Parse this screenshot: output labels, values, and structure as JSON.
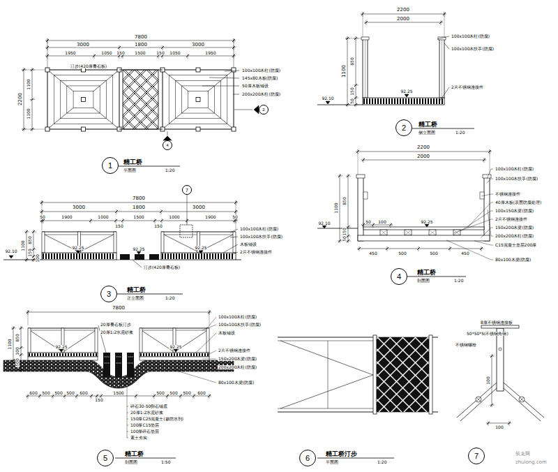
{
  "diagram": {
    "nodes": [
      {
        "text": [
          "2"
        ]
      },
      {
        "text": [
          "4"
        ]
      },
      {
        "text": [
          "1"
        ]
      },
      {
        "text": [
          "2"
        ]
      },
      {
        "text": [
          "7"
        ]
      },
      {
        "text": [
          "3"
        ]
      },
      {
        "text": [
          "4"
        ]
      },
      {
        "text": [
          "5"
        ]
      },
      {
        "text": [
          "6"
        ]
      },
      {
        "text": [
          "7"
        ]
      }
    ],
    "labels": [
      "7800",
      "3000",
      "1800",
      "3000",
      "1950",
      "1050",
      "150",
      "1500",
      "150",
      "1050",
      "1950",
      "2200",
      "1100",
      "1100",
      "汀步(420厚青石板)",
      "100x100木柱(防腐)",
      "145x80木板(防腐)",
      "50厚木板铺设",
      "200x200木柱(防腐)",
      "精工桥",
      "平面图",
      "1:20",
      "2200",
      "2000",
      "1100",
      "850",
      "150",
      "50",
      "92.10",
      "92.25",
      "100x100木柱(防腐)",
      "100x100木扶手(防腐)",
      "2片不锈钢连接件",
      "精工桥",
      "侧立面图",
      "1:20",
      "7800",
      "3000",
      "1800",
      "3000",
      "50",
      "1900",
      "1000",
      "150",
      "1500",
      "150",
      "1000",
      "1900",
      "50",
      "1100",
      "850",
      "150",
      "100",
      "92.10",
      "92.25",
      "92.25",
      "92.25",
      "100x100木柱(防腐)",
      "100x100木扶手(防腐)",
      "木板铺设",
      "2片不锈钢连接件",
      "汀步(420厚青石板)",
      "精工桥",
      "正立面图",
      "1:20",
      "2200",
      "2000",
      "1100",
      "850",
      "150",
      "50",
      "92.10",
      "50",
      "100",
      "92.25",
      "450",
      "500",
      "500",
      "450",
      "100x100木柱(防腐)",
      "100x100木扶手(防腐)",
      "不锈钢连接件",
      "40厚木板(表面防腐处理)",
      "100x150木梁(防腐)",
      "2片不锈钢连接件",
      "150x200木梁(防腐)",
      "200x200木柱(防腐)",
      "C15混凝土垫层200厚",
      "80x100木梁(防腐)",
      "精工桥",
      "剖面图",
      "1:20",
      "7800",
      "1100",
      "850",
      "100",
      "500",
      "92.25",
      "92.25",
      "20厚青石板汀步",
      "20厚1:2水泥砂浆",
      "100x100木柱(防腐)",
      "100x100木扶手(防腐)",
      "木板铺设",
      "2片不锈钢连接件",
      "150x200木梁(防腐)",
      "200x200木柱(防腐)",
      "80x100木梁(防腐)",
      "600",
      "500",
      "500",
      "500",
      "600",
      "150",
      "1500",
      "500",
      "500",
      "500",
      "600",
      "碎石30-50卵石铺底",
      "20厚1:2水泥砂浆",
      "150厚C25混凝土(掺防水剂)",
      "100厚C15垫层",
      "100厚碎石垫层",
      "素土夯实",
      "精工桥",
      "剖面图",
      "1:50",
      "精工桥汀步",
      "平面图",
      "1:20",
      "8厚不锈钢连接板",
      "50*50*5(不锈钢角钢)",
      "不锈钢螺栓",
      "100",
      "100",
      "筑龙网",
      "zhulong.com"
    ]
  }
}
